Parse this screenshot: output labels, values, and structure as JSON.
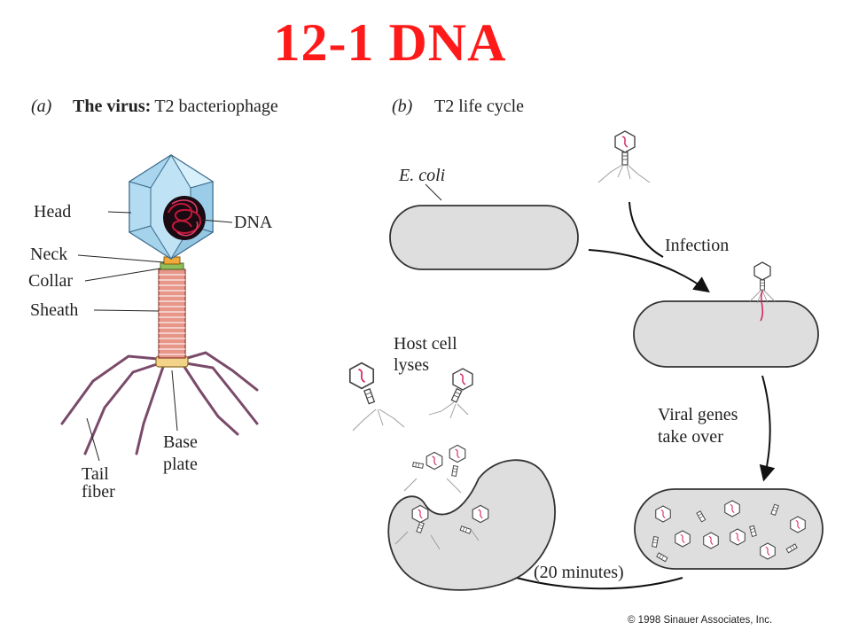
{
  "title": "12-1  DNA",
  "panel_a": {
    "letter": "(a)",
    "heading_bold": "The virus:",
    "heading_rest": " T2 bacteriophage",
    "labels": {
      "head": "Head",
      "dna": "DNA",
      "neck": "Neck",
      "collar": "Collar",
      "sheath": "Sheath",
      "tail_fiber_1": "Tail",
      "tail_fiber_2": "fiber",
      "base_plate_1": "Base",
      "base_plate_2": "plate"
    }
  },
  "panel_b": {
    "letter": "(b)",
    "heading": "T2 life cycle",
    "labels": {
      "ecoli": "E. coli",
      "infection": "Infection",
      "viral_genes_1": "Viral genes",
      "viral_genes_2": "take over",
      "minutes": "(20 minutes)",
      "lyses_1": "Host cell",
      "lyses_2": "lyses"
    }
  },
  "copyright": "© 1998 Sinauer Associates, Inc.",
  "colors": {
    "title": "#ff1a1a",
    "cell_fill": "#dedede",
    "sheath": "#e8968a",
    "capsid": "#bfe3f5",
    "dna": "#8b1a2b",
    "fiber": "#7a4a6a"
  }
}
